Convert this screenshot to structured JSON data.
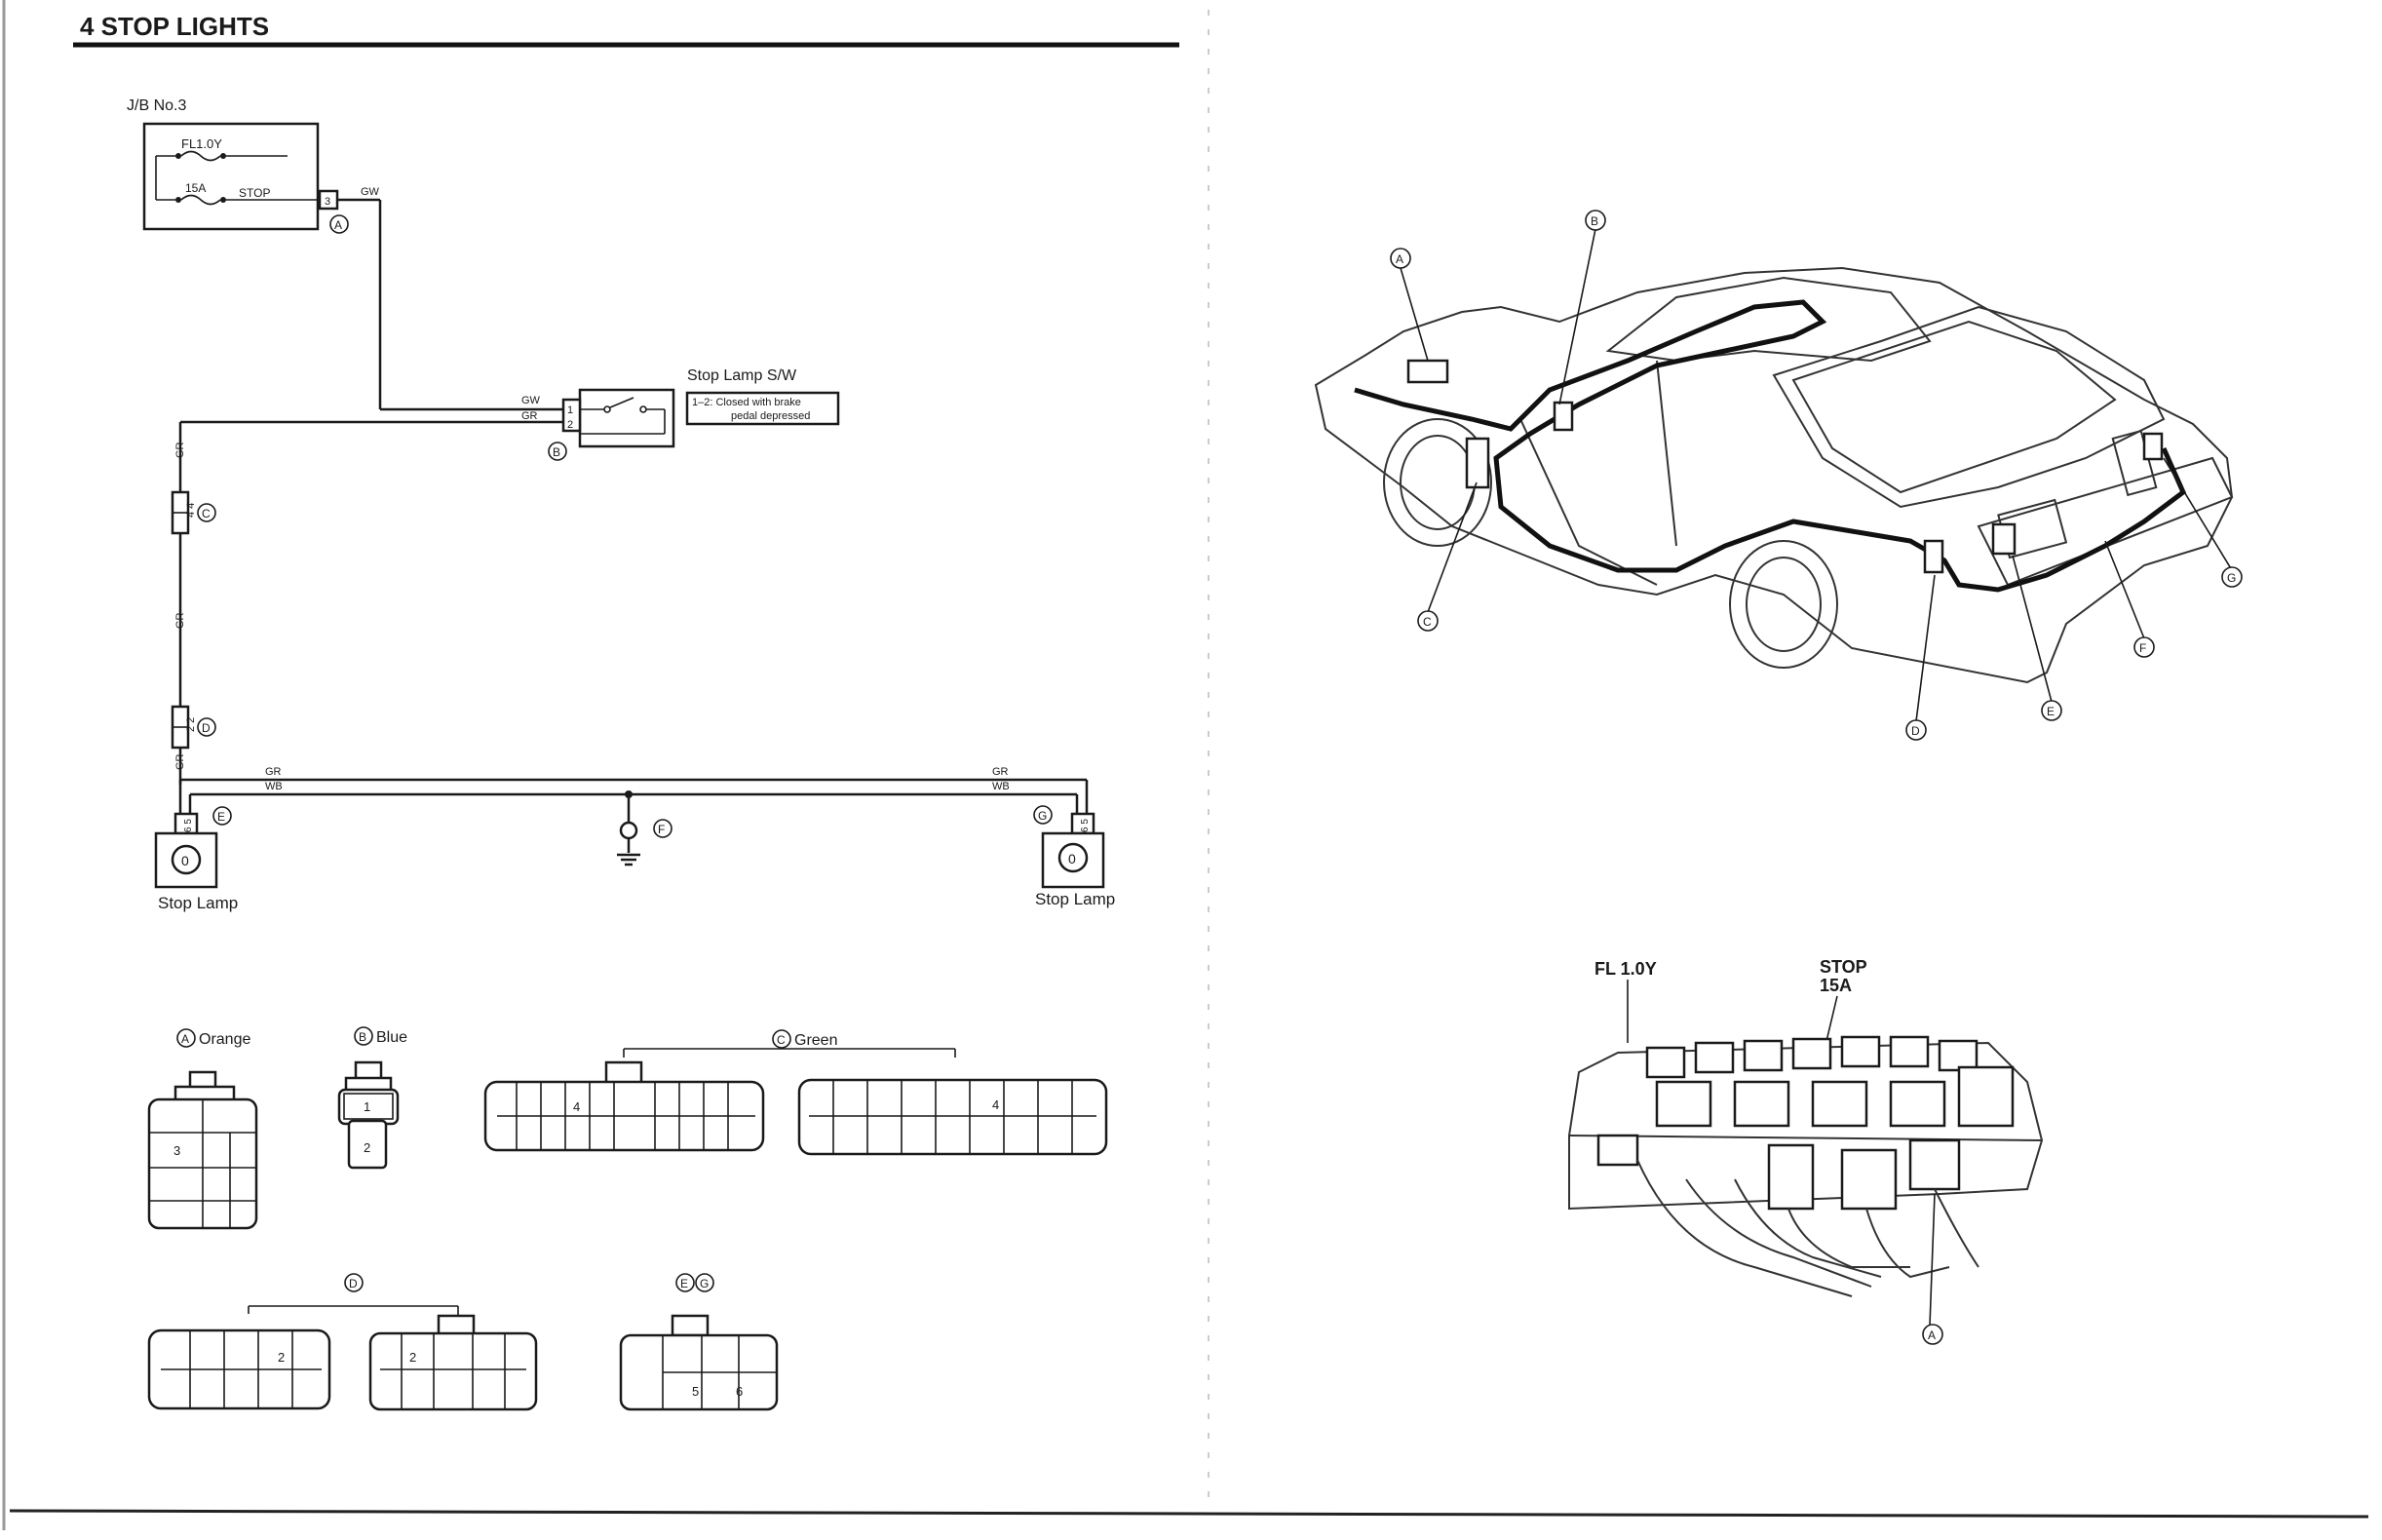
{
  "title": "4  STOP  LIGHTS",
  "schematic": {
    "jb_label": "J/B No.3",
    "fuse_fl": "FL1.0Y",
    "fuse_stop_amp": "15A",
    "fuse_stop_name": "STOP",
    "jb_pin": "3",
    "wire_gw": "GW",
    "wire_gr": "GR",
    "wire_wb": "WB",
    "switch_label": "Stop Lamp S/W",
    "switch_pin1": "1",
    "switch_pin2": "2",
    "switch_note_a": "1–2:  Closed with brake",
    "switch_note_b": "pedal depressed",
    "conn_c_pins": "4  4",
    "conn_d_pins": "2  2",
    "lamp_pins": "6  5",
    "lamp_left": "Stop Lamp",
    "lamp_right": "Stop Lamp",
    "lamp_symbol": "0"
  },
  "markers": {
    "a": "A",
    "b": "B",
    "c": "C",
    "d": "D",
    "e": "E",
    "f": "F",
    "g": "G"
  },
  "connectors": {
    "a_color": "Orange",
    "b_color": "Blue",
    "c_color": "Green",
    "a_pin": "3",
    "b_pin1": "1",
    "b_pin2": "2",
    "c_pin_left": "4",
    "c_pin_right": "4",
    "d_pin_left": "2",
    "d_pin_right": "2",
    "eg_pin5": "5",
    "eg_pin6": "6"
  },
  "relay_block": {
    "fl_label": "FL 1.0Y",
    "stop_label_1": "STOP",
    "stop_label_2": "15A"
  }
}
